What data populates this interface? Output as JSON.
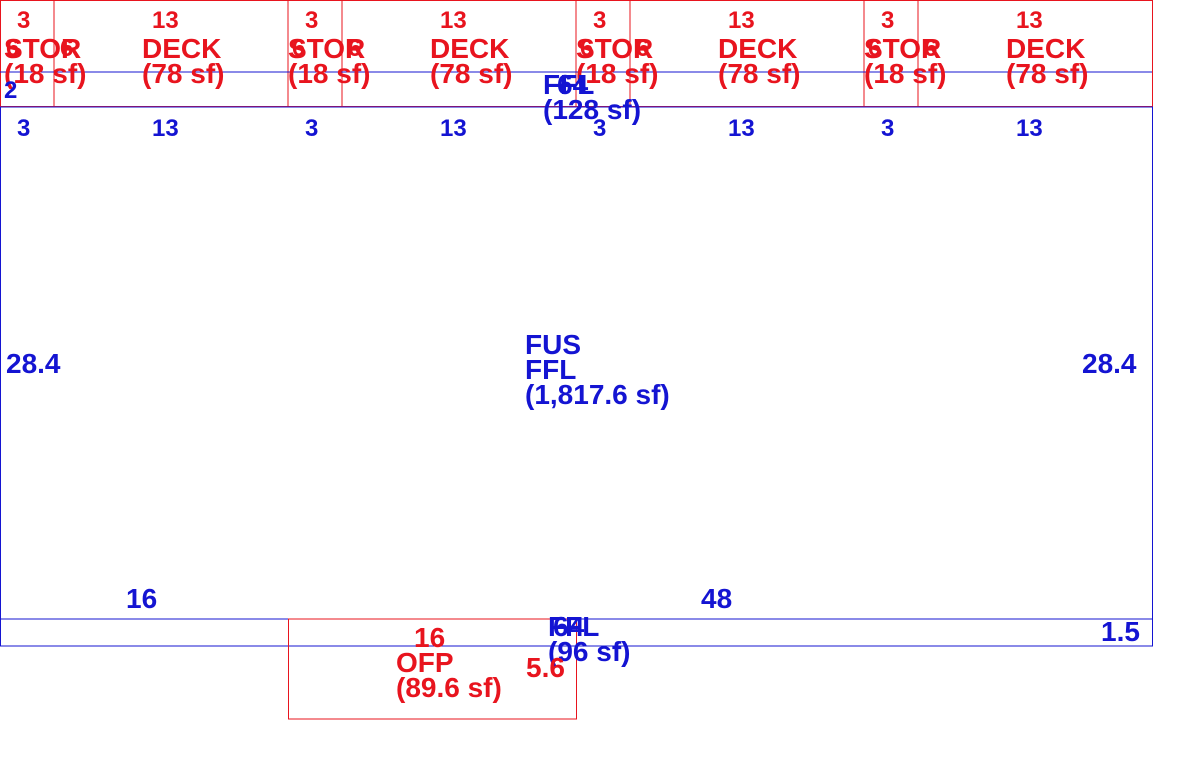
{
  "colors": {
    "red": "#e8141e",
    "blue": "#1414d2",
    "background": "#ffffff"
  },
  "units": [
    {
      "stor_dim": "3",
      "deck_dim": "13",
      "stor_label": "STOR",
      "stor_area": "(18 sf)",
      "deck_label": "DECK",
      "deck_area": "(78 sf)",
      "stor_side": "6"
    },
    {
      "stor_dim": "3",
      "deck_dim": "13",
      "stor_label": "STOR",
      "stor_area": "(18 sf)",
      "deck_label": "DECK",
      "deck_area": "(78 sf)",
      "stor_side": "6"
    },
    {
      "stor_dim": "3",
      "deck_dim": "13",
      "stor_label": "STOR",
      "stor_area": "(18 sf)",
      "deck_label": "DECK",
      "deck_area": "(78 sf)",
      "stor_side": "6"
    },
    {
      "stor_dim": "3",
      "deck_dim": "13",
      "stor_label": "STOR",
      "stor_area": "(18 sf)",
      "deck_label": "DECK",
      "deck_area": "(78 sf)",
      "stor_side": "6"
    }
  ],
  "red_side_marks": [
    "6",
    "6",
    "6",
    "6"
  ],
  "top_strip": {
    "label": "FFL",
    "area": "(128 sf)",
    "side_dim": "2",
    "overlap_dim": "64"
  },
  "main_top_dims": [
    "3",
    "13",
    "3",
    "13",
    "3",
    "13",
    "3",
    "13"
  ],
  "main": {
    "label1": "FUS",
    "label2": "FFL",
    "area": "(1,817.6 sf)",
    "left_dim": "28.4",
    "right_dim": "28.4",
    "bottom_left_dim": "16",
    "bottom_right_dim": "48"
  },
  "bottom_strip": {
    "label": "FFL",
    "area": "(96 sf)",
    "overlap_dim": "64",
    "right_dim": "1.5"
  },
  "porch": {
    "label": "OFP",
    "area": "(89.6 sf)",
    "top_dim": "16",
    "side_dim": "5.6"
  }
}
